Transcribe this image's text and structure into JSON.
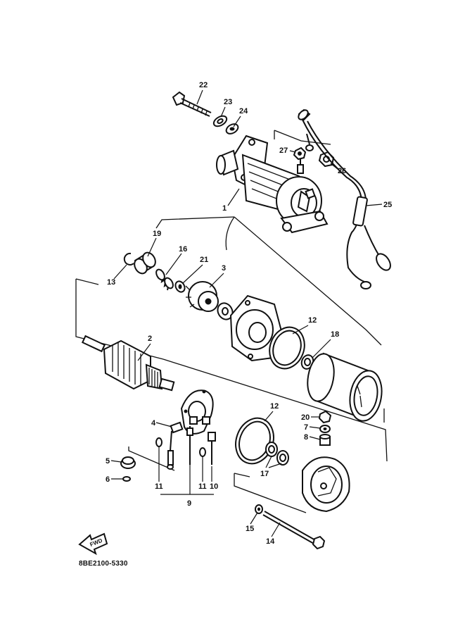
{
  "diagram": {
    "code": "8BE2100-5330",
    "direction_arrow_label": "FWD",
    "callouts": {
      "p1": "1",
      "p2": "2",
      "p3": "3",
      "p4": "4",
      "p5": "5",
      "p6": "6",
      "p7": "7",
      "p8": "8",
      "p9": "9",
      "p10": "10",
      "p11a": "11",
      "p11b": "11",
      "p12a": "12",
      "p12b": "12",
      "p13": "13",
      "p14": "14",
      "p15": "15",
      "p16": "16",
      "p17": "17",
      "p18": "18",
      "p19": "19",
      "p20": "20",
      "p21": "21",
      "p22": "22",
      "p23": "23",
      "p24": "24",
      "p25": "25",
      "p26": "26",
      "p27": "27"
    }
  }
}
